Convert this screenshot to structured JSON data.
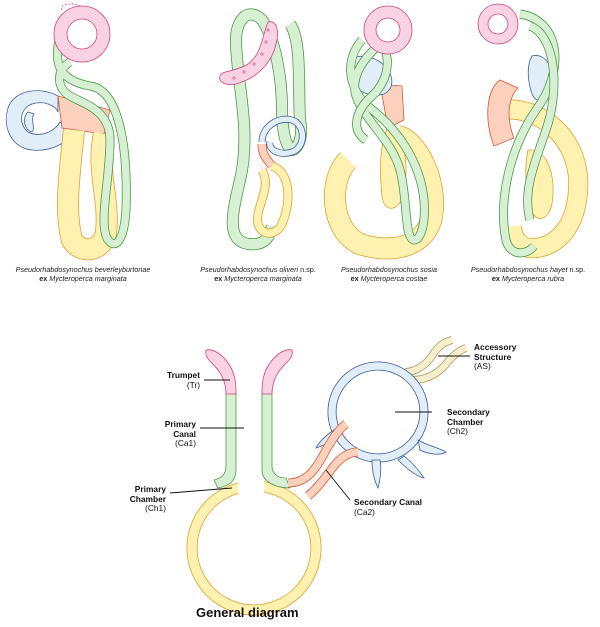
{
  "species": [
    {
      "name": "Pseudorhabdosynochus beverleyburtonae",
      "suffix": "",
      "ex": "ex",
      "host": "Mycteroperca marginata"
    },
    {
      "name": "Pseudorhabdosynochus oliveri",
      "suffix": " n.sp.",
      "ex": "ex",
      "host": "Mycteroperca marginata"
    },
    {
      "name": "Pseudorhabdosynochus sosia",
      "suffix": "",
      "ex": "ex",
      "host": "Mycteroperca costae"
    },
    {
      "name": "Pseudorhabdosynochus hayet",
      "suffix": " n.sp.",
      "ex": "ex",
      "host": "Mycteroperca rubra"
    }
  ],
  "general": {
    "title": "General diagram",
    "labels": {
      "trumpet": {
        "name": "Trumpet",
        "abbr": "(Tr)"
      },
      "primary_canal": {
        "name": "Primary Canal",
        "abbr": "(Ca1)"
      },
      "primary_chamber": {
        "name": "Primary Chamber",
        "abbr": "(Ch1)"
      },
      "secondary_canal": {
        "name": "Secondary Canal",
        "abbr": "(Ca2)"
      },
      "secondary_chamber": {
        "name": "Secondary Chamber",
        "abbr": "(Ch2)"
      },
      "accessory": {
        "name": "Accessory Structure",
        "abbr": "(AS)"
      }
    }
  },
  "colors": {
    "trumpet_fill": "#f9d3e4",
    "trumpet_stroke": "#d0457f",
    "canal_fill": "#d7efd2",
    "canal_stroke": "#4c9a48",
    "chamber_fill": "#fff2b0",
    "chamber_stroke": "#e0a032",
    "canal2_fill": "#fbd0bc",
    "canal2_stroke": "#d65a3a",
    "chamber2_fill": "#e1eef8",
    "chamber2_stroke": "#3f5f9c",
    "accessory_fill": "#f6efce",
    "accessory_stroke": "#a89a60"
  }
}
